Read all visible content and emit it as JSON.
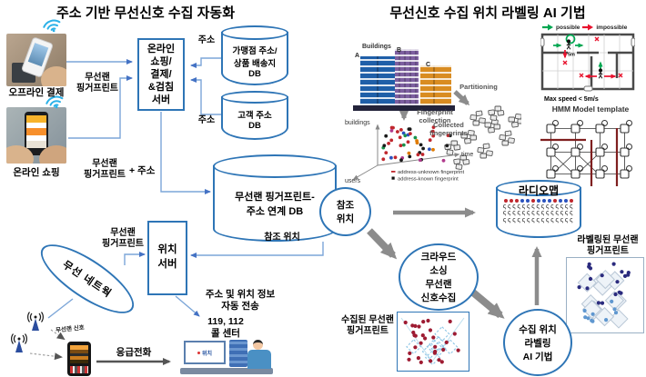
{
  "colors": {
    "accent_blue": "#2e75b6",
    "line_blue": "#7ca6d8",
    "arrow_grey": "#8c8c8c",
    "dot_red": "#9e1b32",
    "dot_blue": "#2b2b7e",
    "possible_green": "#00a650",
    "impossible_red": "#e8112d"
  },
  "left": {
    "title": "주소 기반 무선신호 수집 자동화",
    "offline_photo_caption": "오프라인 결제",
    "online_photo_caption": "온라인 쇼핑",
    "wlan_fingerprint_top": "무선랜\n핑거프린트",
    "server_box": "온라인\n쇼핑/\n결제/\n&검침\n서버",
    "address_top": "주소",
    "address_bottom": "주소",
    "merchant_db": "가맹점 주소/\n상품 배송지\nDB",
    "customer_db": "고객 주소\nDB",
    "wlan_fingerprint_bottom": "무선랜\n핑거프린트",
    "plus_address": "+ 주소",
    "linked_db": "무선랜 핑거프린트-\n주소 연계 DB",
    "ref_location_circle": "참조\n위치",
    "ref_location_line": "참조 위치",
    "location_server_box": "위치\n서버",
    "wlan_fingerprint_mid": "무선랜\n핑거프린트",
    "wireless_network": "무선 네트웍",
    "wlan_signal": "무선랜 신호",
    "address_location_auto": "주소 및 위치 정보\n자동 전송",
    "call_center": "119, 112\n콜 센터",
    "emergency_call": "응급전화",
    "monitor_text": "위치"
  },
  "right": {
    "title": "무선신호 수집 위치 라벨링 AI 기법",
    "buildings_label": "Buildings",
    "building_a": "A",
    "building_b": "B",
    "building_c": "C",
    "partitioning": "Partitioning",
    "possible": "possible",
    "impossible": "impossible",
    "max_speed": "Max speed < 5m/s",
    "five_m": "5m",
    "hmm_template": "HMM Model template",
    "fingerprint_collection": "Fingerprint\ncollection",
    "collected_fingerprints": "Collected\nfingerprints",
    "axis_buildings": "buildings",
    "axis_time": "time",
    "axis_users": "users",
    "legend_unknown": "address-unknown fingerprint",
    "legend_known": "address-known fingerprint",
    "radiomap": "라디오맵",
    "crowdsourcing_circle": "크라우드\n소싱\n무선랜\n신호수집",
    "collected_wlan_fp": "수집된 무선랜\n핑거프린트",
    "ai_circle": "수집 위치\n라벨링\nAI 기법",
    "labeled_wlan_fp": "라벨링된 무선랜\n핑거프린트"
  }
}
